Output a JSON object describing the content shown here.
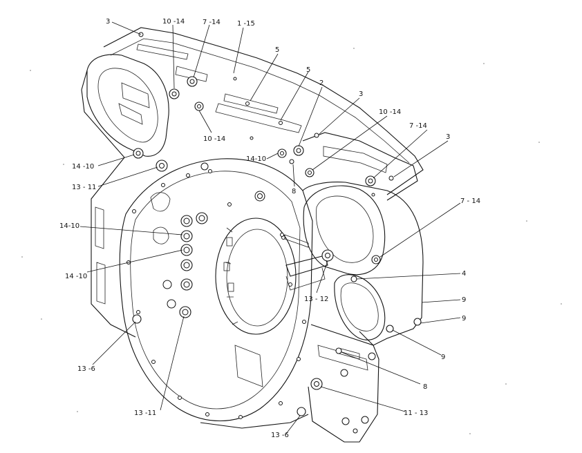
{
  "callouts": [
    {
      "id": "c1",
      "text": "3"
    },
    {
      "id": "c2",
      "text": "10 -14"
    },
    {
      "id": "c3",
      "text": "7 -14"
    },
    {
      "id": "c4",
      "text": "1 -15"
    },
    {
      "id": "c5",
      "text": "5"
    },
    {
      "id": "c6",
      "text": "5"
    },
    {
      "id": "c7",
      "text": "10 -14"
    },
    {
      "id": "c8",
      "text": "2"
    },
    {
      "id": "c9",
      "text": "3"
    },
    {
      "id": "c10",
      "text": "10 -14"
    },
    {
      "id": "c11",
      "text": "7 -14"
    },
    {
      "id": "c12",
      "text": "3"
    },
    {
      "id": "c13",
      "text": "14-10"
    },
    {
      "id": "c14",
      "text": "8"
    },
    {
      "id": "c15",
      "text": "14 -10"
    },
    {
      "id": "c16",
      "text": "13 - 11"
    },
    {
      "id": "c17",
      "text": "14-10"
    },
    {
      "id": "c18",
      "text": "14 -10"
    },
    {
      "id": "c19",
      "text": "7 - 14"
    },
    {
      "id": "c20",
      "text": "4"
    },
    {
      "id": "c21",
      "text": "13 - 12"
    },
    {
      "id": "c22",
      "text": "9"
    },
    {
      "id": "c23",
      "text": "9"
    },
    {
      "id": "c24",
      "text": "9"
    },
    {
      "id": "c25",
      "text": "13 -6"
    },
    {
      "id": "c26",
      "text": "8"
    },
    {
      "id": "c27",
      "text": "11 - 13"
    },
    {
      "id": "c28",
      "text": "13 -11"
    },
    {
      "id": "c29",
      "text": "13 -6"
    }
  ]
}
